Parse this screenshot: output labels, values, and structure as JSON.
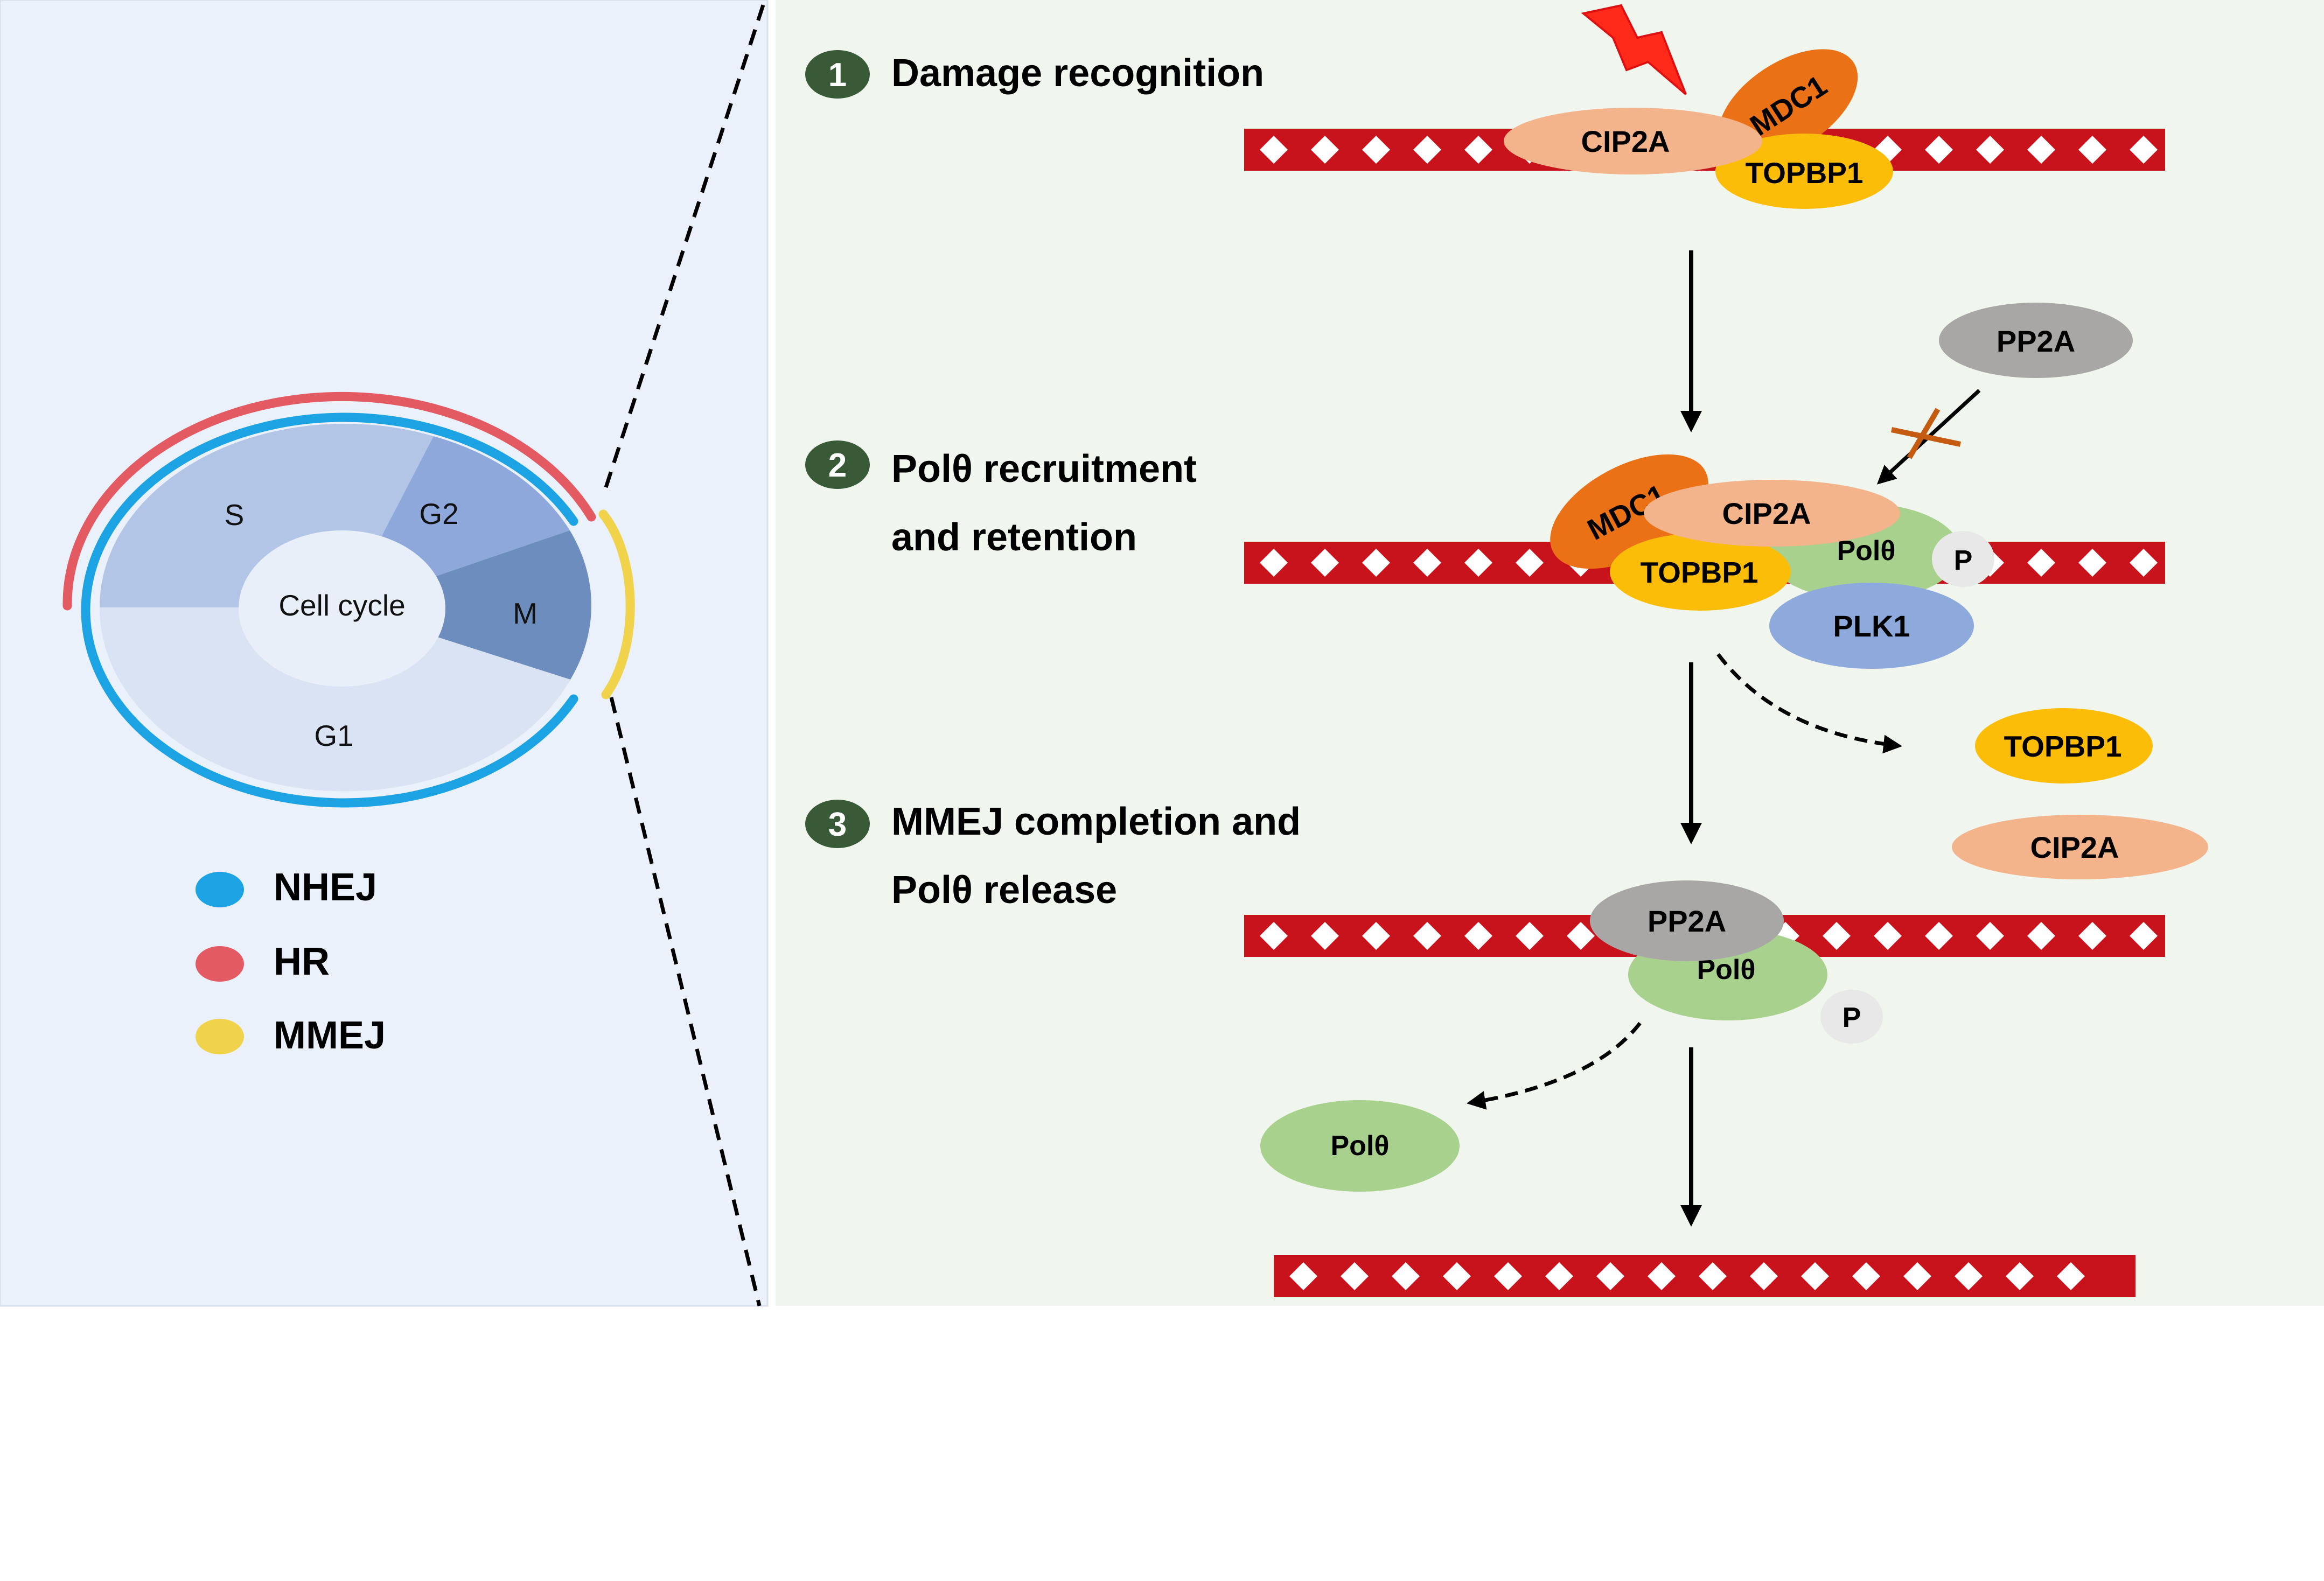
{
  "cell_cycle": {
    "center_label": "Cell cycle",
    "phases": {
      "S": "S",
      "G2": "G2",
      "M": "M",
      "G1": "G1"
    }
  },
  "legend": [
    {
      "label": "NHEJ",
      "color": "#1ba3e3"
    },
    {
      "label": "HR",
      "color": "#e45a63"
    },
    {
      "label": "MMEJ",
      "color": "#f0d24b"
    }
  ],
  "steps": [
    {
      "number": "1",
      "lines": [
        "Damage recognition"
      ]
    },
    {
      "number": "2",
      "lines": [
        "Polθ recruitment",
        "and retention"
      ]
    },
    {
      "number": "3",
      "lines": [
        "MMEJ completion and",
        "Polθ release"
      ]
    }
  ],
  "proteins": {
    "CIP2A": "CIP2A",
    "MDC1": "MDC1",
    "TOPBP1": "TOPBP1",
    "PP2A": "PP2A",
    "Pol": "Polθ",
    "PLK1": "PLK1",
    "P": "P"
  },
  "colors": {
    "left_panel_bg": "#eaf1fa",
    "right_panel_bg": "#f0f5ee",
    "dna_red": "#c8131c",
    "cip2a": "#f3b48b",
    "mdc1": "#ea7116",
    "topbp1": "#fbbd08",
    "pp2a": "#a9a7a6",
    "pol": "#a9d18e",
    "plk1": "#8eaadc",
    "phospho": "#e8e8e8",
    "step_badge": "#385a37",
    "inhibit_x": "#c55a11"
  }
}
